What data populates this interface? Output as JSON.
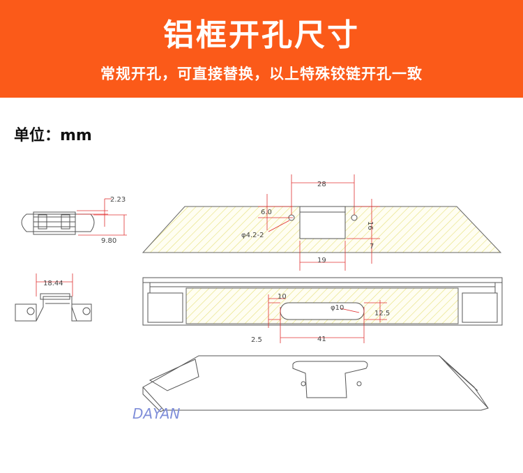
{
  "header": {
    "title": "铝框开孔尺寸",
    "subtitle": "常规开孔，可直接替换，以上特殊铰链开孔一致",
    "background_color": "#fb5a19"
  },
  "unit_label": "单位：mm",
  "watermark": "DAYAN",
  "colors": {
    "hatch": "#e6e07a",
    "dimension_line": "#e03030",
    "outline": "#555555"
  },
  "dimensions": {
    "small_top": {
      "d1": "2.23",
      "d2": "9.80"
    },
    "small_bottom": {
      "d1": "18.44"
    },
    "top_view": {
      "width": "28",
      "offset": "6.0",
      "hole": "φ4.2-2",
      "height": "16",
      "lower": "7",
      "bottom_width": "19"
    },
    "front_view": {
      "d1": "10",
      "hole": "φ10",
      "height": "12.5",
      "offset": "2.5",
      "length": "41"
    }
  }
}
